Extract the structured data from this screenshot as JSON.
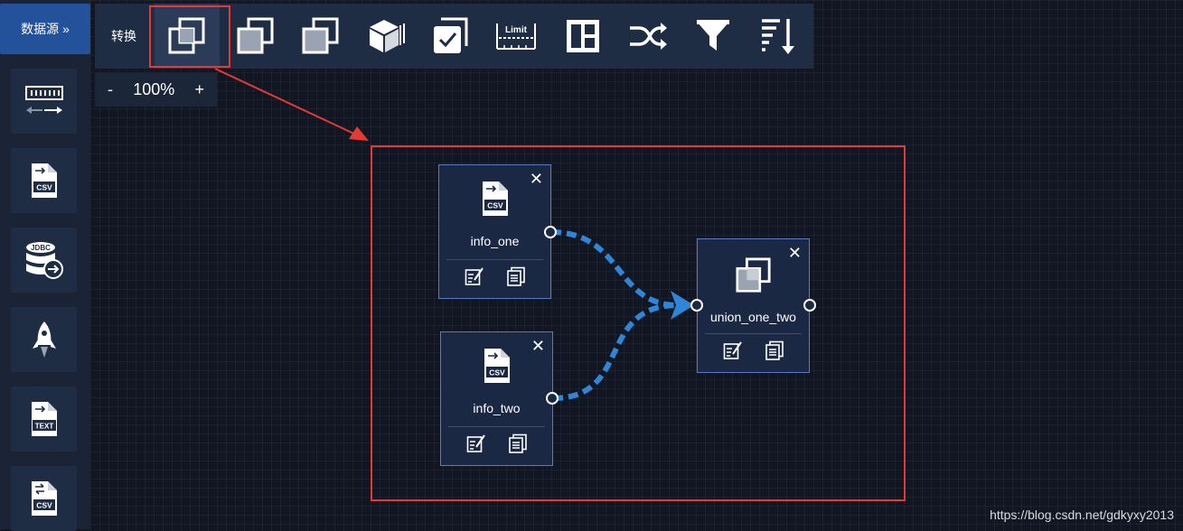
{
  "sidebar": {
    "title": "数据源",
    "title_chevron": "»",
    "items": [
      {
        "name": "ruler-data-icon"
      },
      {
        "name": "csv-file-icon",
        "badge": "CSV"
      },
      {
        "name": "jdbc-database-icon",
        "badge": "JDBC"
      },
      {
        "name": "rocket-icon"
      },
      {
        "name": "text-file-icon",
        "badge": "TEXT"
      },
      {
        "name": "csv-file-icon-2",
        "badge": "CSV"
      }
    ]
  },
  "toolbar": {
    "label": "转换",
    "tools": [
      {
        "name": "union-icon"
      },
      {
        "name": "intersect-icon"
      },
      {
        "name": "subtract-icon"
      },
      {
        "name": "cube-icon"
      },
      {
        "name": "checkbox-icon"
      },
      {
        "name": "limit-icon",
        "text": "Limit"
      },
      {
        "name": "grid-icon"
      },
      {
        "name": "shuffle-icon"
      },
      {
        "name": "filter-icon"
      },
      {
        "name": "sort-icon"
      }
    ]
  },
  "zoom": {
    "minus": "-",
    "value": "100%",
    "plus": "+"
  },
  "nodes": {
    "info_one": {
      "label": "info_one",
      "badge": "CSV",
      "close": "✕"
    },
    "info_two": {
      "label": "info_two",
      "badge": "CSV",
      "close": "✕"
    },
    "union": {
      "label": "union_one_two",
      "close": "✕"
    }
  },
  "colors": {
    "accent": "#23519a",
    "edge": "#2f86d9",
    "highlight": "#e53935"
  },
  "watermark": "https://blog.csdn.net/gdkyxy2013"
}
